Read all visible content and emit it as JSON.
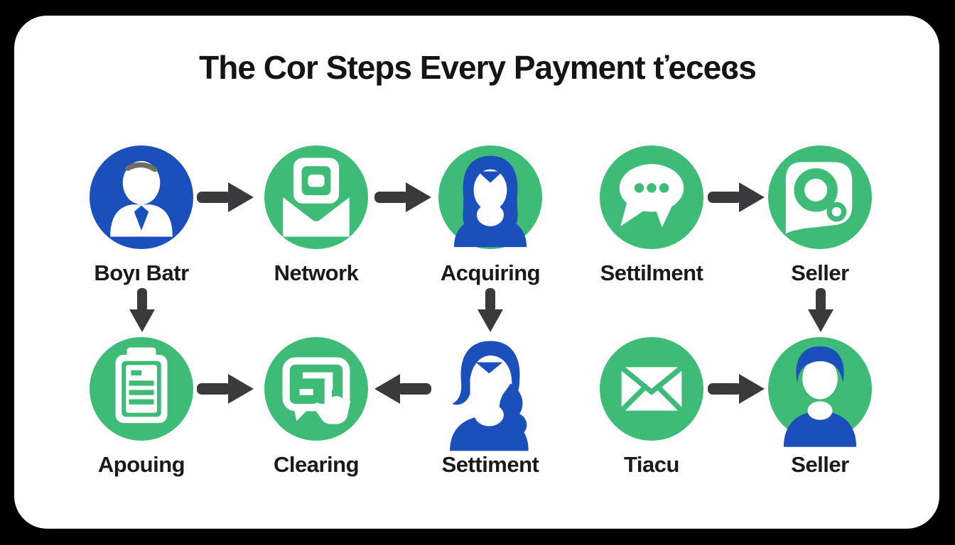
{
  "page": {
    "title": "The Cor Steps Every Payment ťeceɞs"
  },
  "colors": {
    "background": "#000000",
    "card": "#ffffff",
    "green": "#3dbb77",
    "blue": "#1b50bc",
    "arrow": "#3a3a3c",
    "text": "#1a1a1a"
  },
  "flow": {
    "row1": [
      {
        "label": "Boyı Batr",
        "icon": "businessman-icon",
        "circle": "blue"
      },
      {
        "label": "Network",
        "icon": "envelope-card-icon",
        "circle": "green"
      },
      {
        "label": "Acquiring",
        "icon": "woman-icon",
        "circle": "green"
      },
      {
        "label": "Settilment",
        "icon": "chat-bubble-icon",
        "circle": "green"
      },
      {
        "label": "Seller",
        "icon": "lens-bubble-icon",
        "circle": "green"
      }
    ],
    "row2": [
      {
        "label": "Apouing",
        "icon": "clipboard-icon",
        "circle": "green"
      },
      {
        "label": "Clearing",
        "icon": "screen-tap-icon",
        "circle": "green"
      },
      {
        "label": "Settiment",
        "icon": "woman-ponytail-icon",
        "circle": "none"
      },
      {
        "label": "Tiacu",
        "icon": "mail-icon",
        "circle": "green"
      },
      {
        "label": "Seller",
        "icon": "man-icon",
        "circle": "green"
      }
    ],
    "connectors": [
      {
        "from": "Boyı Batr",
        "to": "Network",
        "direction": "right"
      },
      {
        "from": "Network",
        "to": "Acquiring",
        "direction": "right"
      },
      {
        "from": "Settilment",
        "to": "Seller",
        "direction": "right"
      },
      {
        "from": "Boyı Batr",
        "to": "Apouing",
        "direction": "down"
      },
      {
        "from": "Acquiring",
        "to": "Settiment",
        "direction": "down"
      },
      {
        "from": "Seller",
        "to": "Seller",
        "direction": "down"
      },
      {
        "from": "Apouing",
        "to": "Clearing",
        "direction": "right"
      },
      {
        "from": "Settiment",
        "to": "Clearing",
        "direction": "left"
      },
      {
        "from": "Tiacu",
        "to": "Seller",
        "direction": "right"
      }
    ]
  }
}
